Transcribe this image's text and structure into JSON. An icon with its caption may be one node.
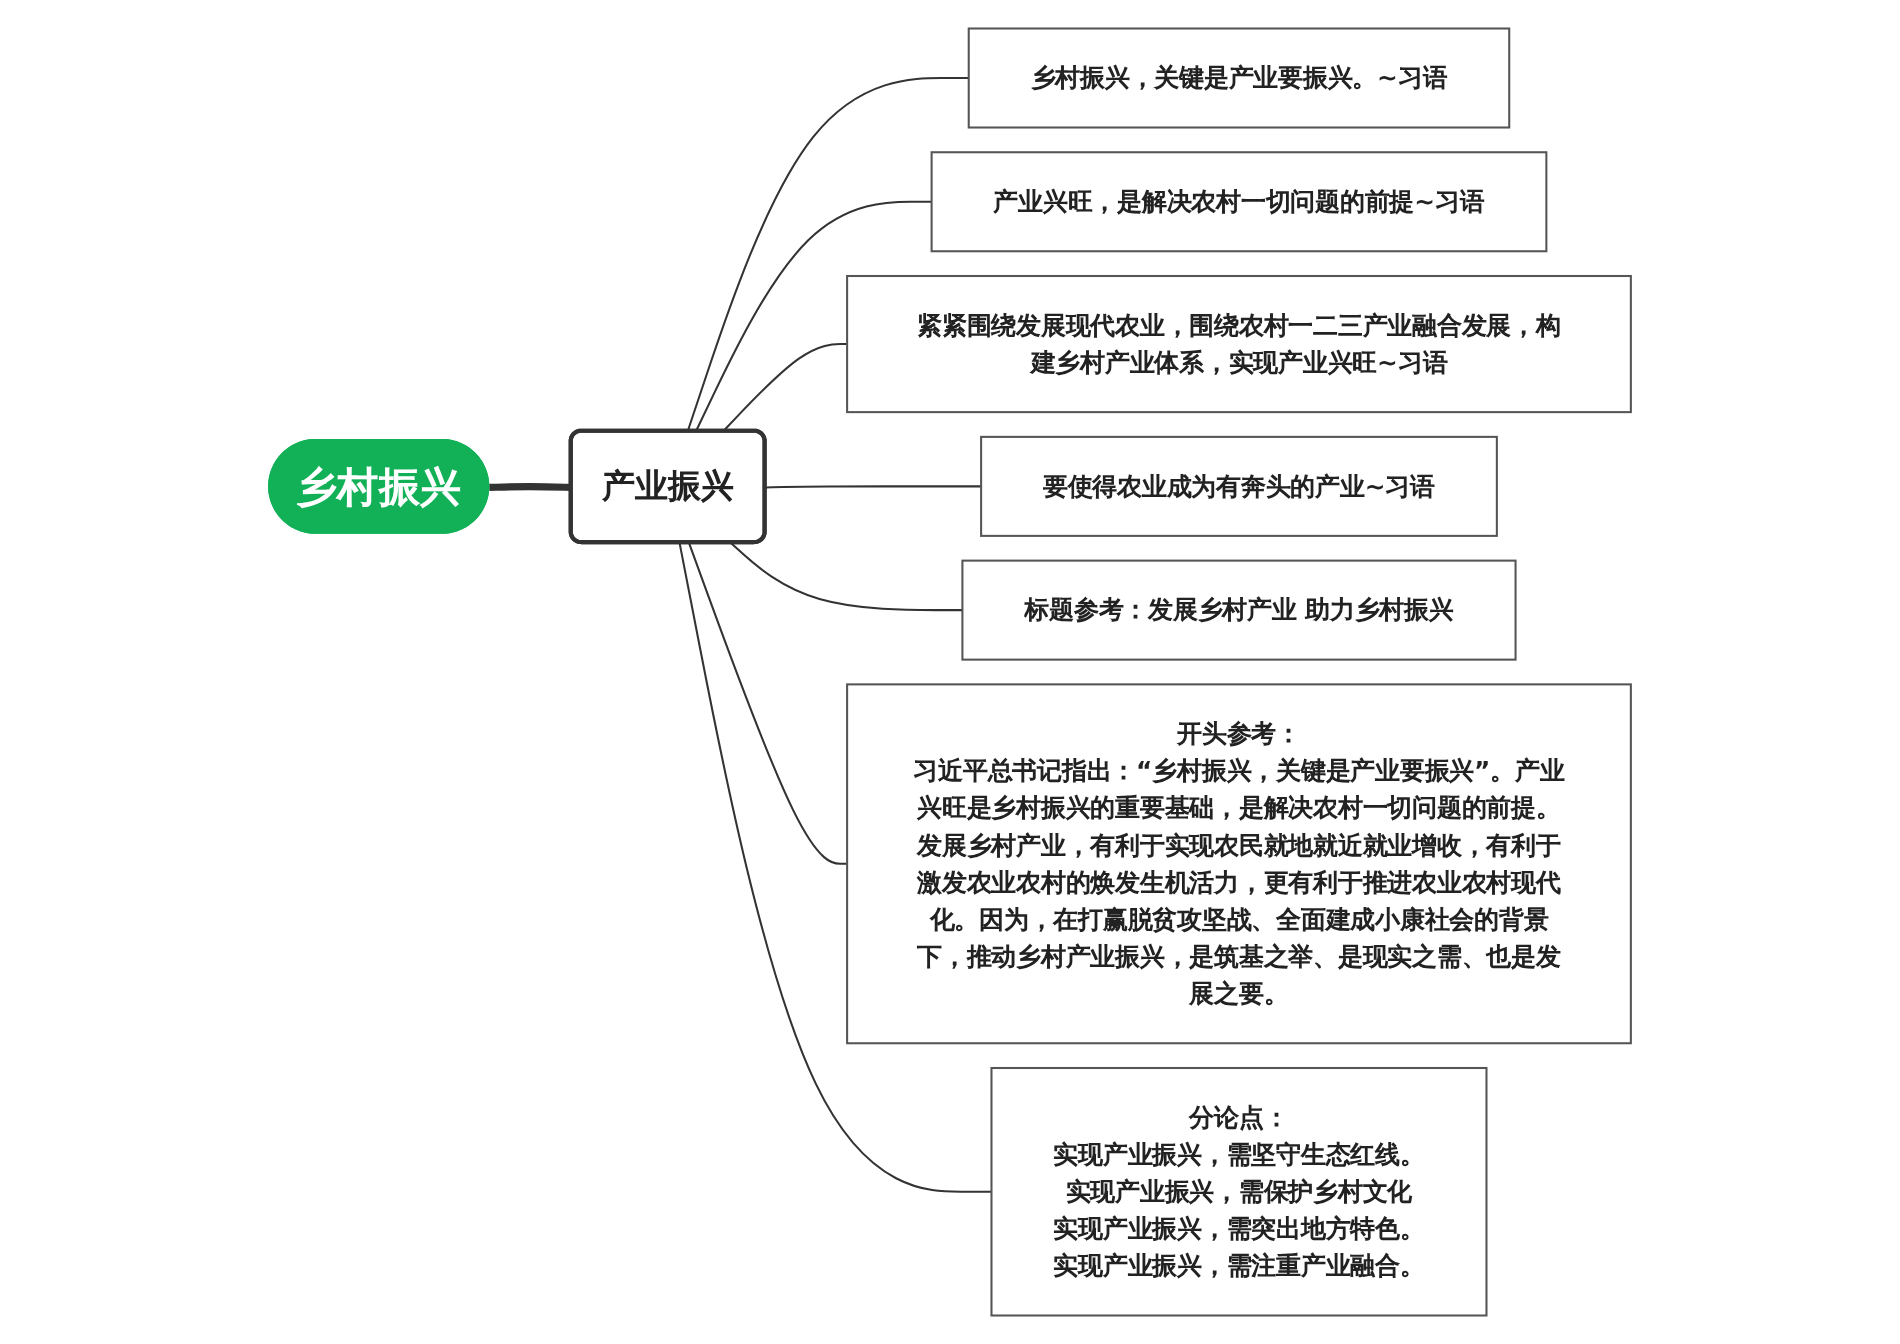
{
  "diagram": {
    "nodes": [
      {
        "text": [
          "乡村振兴"
        ]
      },
      {
        "text": [
          "产业振兴"
        ]
      },
      {
        "text": [
          "乡村振兴，关键是产业要振兴。~习语"
        ]
      },
      {
        "text": [
          "产业兴旺，是解决农村一切问题的前提~习语"
        ]
      },
      {
        "text": [
          "紧紧围绕发展现代农业，围绕农村一二三产业融合发展，构建乡村产业体系，实现产业兴旺~习语"
        ]
      },
      {
        "text": [
          "要使得农业成为有奔头的产业~习语"
        ]
      },
      {
        "text": [
          "标题参考：发展乡村产业 助力乡村振兴"
        ]
      },
      {
        "text": [
          "开头参考：",
          "习近平总书记指出：“乡村振兴，关键是产业要振兴”。产业兴旺是乡村振兴的重要基础，是解决农村一切问题的前提。发展乡村产业，有利于实现农民就地就近就业增收，有利于激发农业农村的焕发生机活力，更有利于推进农业农村现代化。因为，在打赢脱贫攻坚战、全面建成小康社会的背景下，推动乡村产业振兴，是筑基之举、是现实之需、也是发展之要。"
        ]
      },
      {
        "text": [
          "分论点：",
          "实现产业振兴，需坚守生态红线。",
          "实现产业振兴，需保护乡村文化",
          "实现产业振兴，需突出地方特色。",
          "实现产业振兴，需注重产业融合。"
        ]
      }
    ],
    "edges": [
      {
        "from": 0,
        "to": 1,
        "arrow": "none",
        "style": "thick"
      },
      {
        "from": 1,
        "to": 2,
        "arrow": "none"
      },
      {
        "from": 1,
        "to": 3,
        "arrow": "none"
      },
      {
        "from": 1,
        "to": 4,
        "arrow": "none"
      },
      {
        "from": 1,
        "to": 5,
        "arrow": "none"
      },
      {
        "from": 1,
        "to": 6,
        "arrow": "none"
      },
      {
        "from": 1,
        "to": 7,
        "arrow": "none"
      },
      {
        "from": 1,
        "to": 8,
        "arrow": "none"
      }
    ]
  }
}
